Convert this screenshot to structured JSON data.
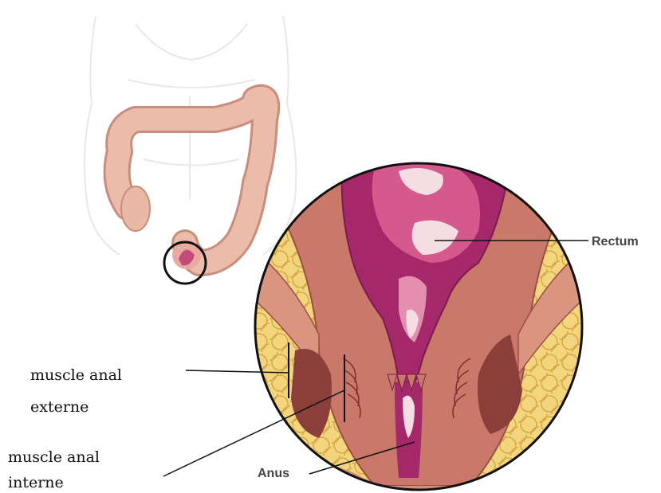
{
  "labels": {
    "rectum": "Rectum",
    "anus": "Anus",
    "muscle_externe_line1": "muscle anal",
    "muscle_externe_line2": "externe",
    "muscle_interne_line1": "muscle anal",
    "muscle_interne_line2": "interne"
  },
  "colors": {
    "colon": "#e9b8a6",
    "colon_outline": "#c98d7c",
    "rectum_wall": "#a4286a",
    "rectum_inner": "#d45a8e",
    "muscle": "#c9786a",
    "muscle_dark": "#8a3f3a",
    "fat": "#f2d27a",
    "fat_outline": "#d9ae4d",
    "body_outline": "#e6e6e6"
  }
}
